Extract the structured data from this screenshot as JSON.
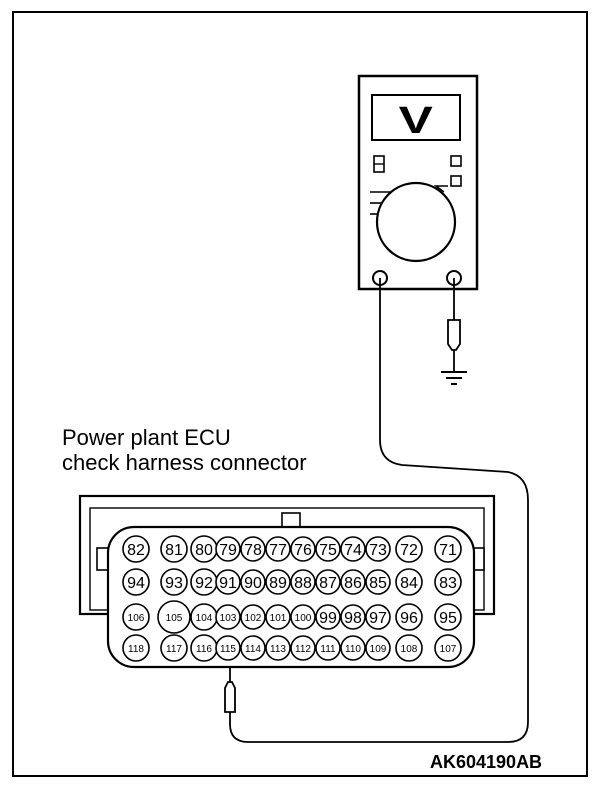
{
  "connector": {
    "label_line1": "Power plant ECU",
    "label_line2": "check harness connector",
    "rows": [
      [
        "82",
        "81",
        "80",
        "79",
        "78",
        "77",
        "76",
        "75",
        "74",
        "73",
        "72",
        "71"
      ],
      [
        "94",
        "93",
        "92",
        "91",
        "90",
        "89",
        "88",
        "87",
        "86",
        "85",
        "84",
        "83"
      ],
      [
        "106",
        "105",
        "104",
        "103",
        "102",
        "101",
        "100",
        "99",
        "98",
        "97",
        "96",
        "95"
      ],
      [
        "118",
        "117",
        "116",
        "115",
        "114",
        "113",
        "112",
        "111",
        "110",
        "109",
        "108",
        "107"
      ]
    ],
    "probe_pin": "115"
  },
  "meter": {
    "display_symbol": "V"
  },
  "figure_code": "AK604190AB"
}
